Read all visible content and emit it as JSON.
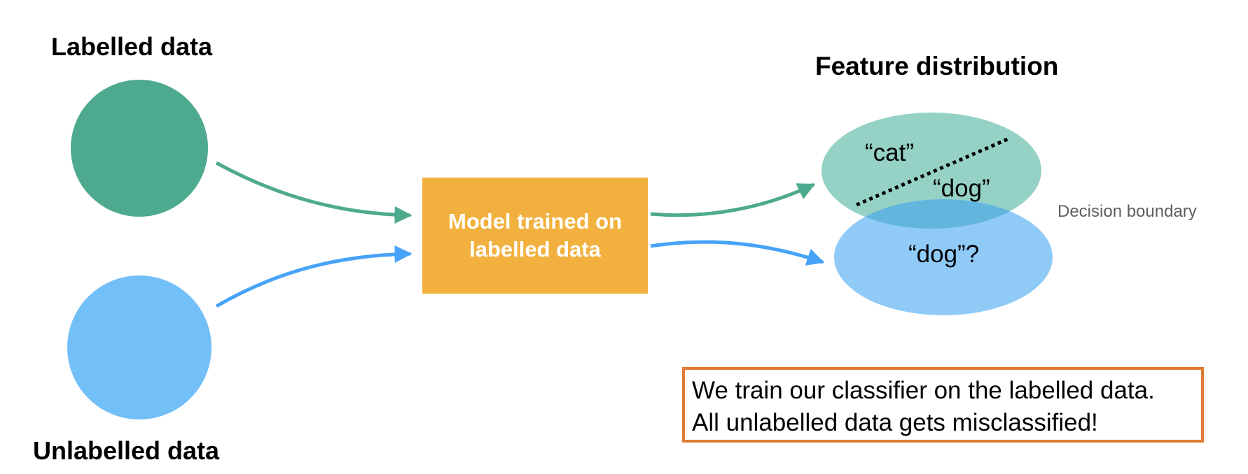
{
  "colors": {
    "labelled": "#4daa8f",
    "unlabelled": "#73bff8",
    "model_box": "#f2b13e",
    "arrow_green": "#4daa8f",
    "arrow_blue": "#46a3f7",
    "cat_dog_region": "#95d2c5",
    "unlabelled_region": "#90cbf8",
    "overlap_region": "#62b5dc",
    "note_border": "#e07b2f",
    "annotation_text": "#5f5f5f"
  },
  "inputs": {
    "labelled": {
      "label": "Labelled data"
    },
    "unlabelled": {
      "label": "Unlabelled data"
    }
  },
  "model": {
    "line1": "Model trained on",
    "line2": "labelled data"
  },
  "feature_distribution": {
    "title": "Feature distribution",
    "labelled_region": {
      "classes": [
        "“cat”",
        "“dog”"
      ]
    },
    "unlabelled_region": {
      "prediction": "“dog”?"
    },
    "boundary_label": "Decision boundary"
  },
  "note": {
    "line1": "We train our classifier on the labelled data.",
    "line2": "All unlabelled data gets misclassified!"
  }
}
